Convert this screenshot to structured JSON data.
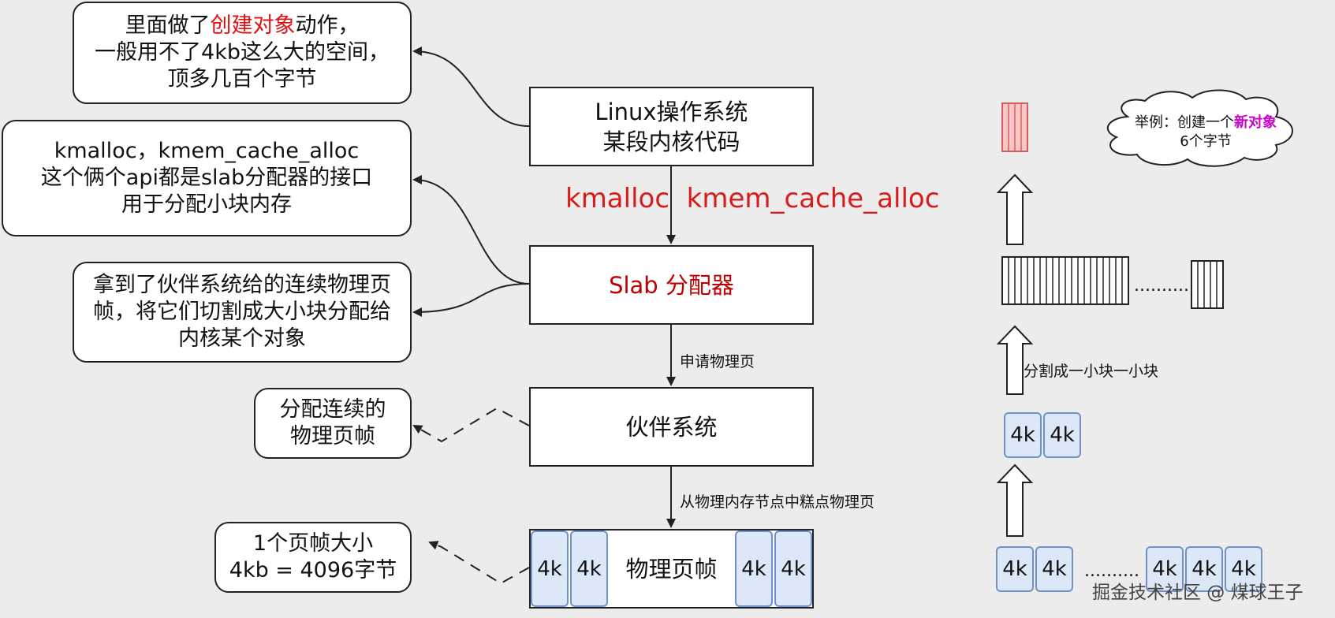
{
  "callouts": {
    "c1": {
      "pre": "里面做了",
      "highlight": "创建对象",
      "post": "动作，",
      "line2": "一般用不了4kb这么大的空间，",
      "line3": "顶多几百个字节"
    },
    "c2": {
      "line1": "kmalloc，kmem_cache_alloc",
      "line2": "这个俩个api都是slab分配器的接口",
      "line3": "用于分配小块内存"
    },
    "c3": {
      "line1": "拿到了伙伴系统给的连续物理页",
      "line2": "帧，将它们切割成大小块分配给",
      "line3": "内核某个对象"
    },
    "c4": {
      "line1": "分配连续的",
      "line2": "物理页帧"
    },
    "c5": {
      "line1": "1个页帧大小",
      "line2": "4kb = 4096字节"
    }
  },
  "boxes": {
    "linux": {
      "line1": "Linux操作系统",
      "line2": "某段内核代码"
    },
    "slab": {
      "label": "Slab 分配器"
    },
    "buddy": {
      "label": "伙伴系统"
    },
    "frames": {
      "label": "物理页帧",
      "block": "4k"
    }
  },
  "edges": {
    "apis": "kmalloc  kmem_cache_alloc",
    "request": "申请物理页",
    "pick": "从物理内存节点中糕点物理页",
    "split": "分割成一小块一小块"
  },
  "right": {
    "block": "4k",
    "dots1": "..........",
    "dots2": "..........",
    "cloud_pre": "举例：创建一个",
    "cloud_highlight": "新对象",
    "cloud_line2": "6个字节"
  },
  "watermark": "掘金技术社区 @ 煤球王子",
  "colors": {
    "block_fill": "#dce8f8",
    "block_border": "#6f93c9",
    "highlight_red": "#e01010",
    "object_fill": "#f8c6c6",
    "object_border": "#d06060"
  }
}
